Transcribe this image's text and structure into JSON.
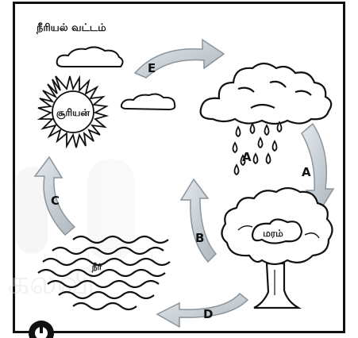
{
  "title": "நீரியல் வட்டம்",
  "labels": {
    "sun": "சூரியன்",
    "tree": "மரம்",
    "water": "நீர்"
  },
  "arrows": {
    "E": "E",
    "A_rain": "A",
    "A_side": "A",
    "B": "B",
    "C": "C",
    "D": "D"
  },
  "colors": {
    "arrow_fill": "#c8d0d6",
    "arrow_stroke": "#8a949b",
    "ink": "#111111",
    "watermark": "#eeeeee"
  },
  "watermark": "கல்வி"
}
